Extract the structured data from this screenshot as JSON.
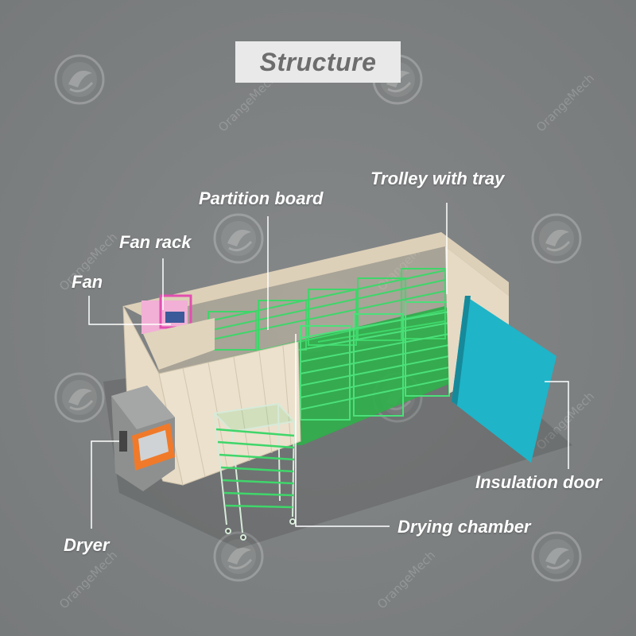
{
  "title": "Structure",
  "watermark": "OrangeMech",
  "labels": {
    "trolley_with_tray": "Trolley with tray",
    "partition_board": "Partition board",
    "fan_rack": "Fan rack",
    "fan": "Fan",
    "insulation_door": "Insulation door",
    "drying_chamber": "Drying chamber",
    "dryer": "Dryer"
  },
  "colors": {
    "background": "#7e8182",
    "wall": "#e8dcc6",
    "tray_green": "#3fd66a",
    "floor_green": "#2fb04a",
    "door": "#1fb4c8",
    "fan_pink": "#e24fb0",
    "dryer_body": "#8e9090",
    "dryer_panel": "#f07a2a",
    "leader_line": "#ffffff"
  },
  "icons": [
    "logo-watermark-icon"
  ]
}
